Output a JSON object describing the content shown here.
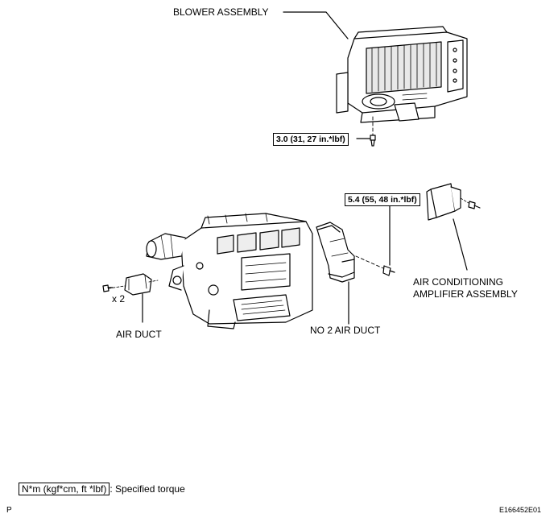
{
  "labels": {
    "blower": "BLOWER ASSEMBLY",
    "air_duct": "AIR DUCT",
    "x2": "x 2",
    "no2_duct": "NO  2 AIR DUCT",
    "amp_line1": "AIR CONDITIONING",
    "amp_line2": "AMPLIFIER ASSEMBLY"
  },
  "torques": {
    "t1": "3.0 (31, 27 in.*lbf)",
    "t2": "5.4 (55, 48 in.*lbf)"
  },
  "legend": {
    "unit": "N*m (kgf*cm, ft *lbf)",
    "desc": ": Specified torque"
  },
  "footer": {
    "left": "P",
    "right": "E166452E01"
  }
}
